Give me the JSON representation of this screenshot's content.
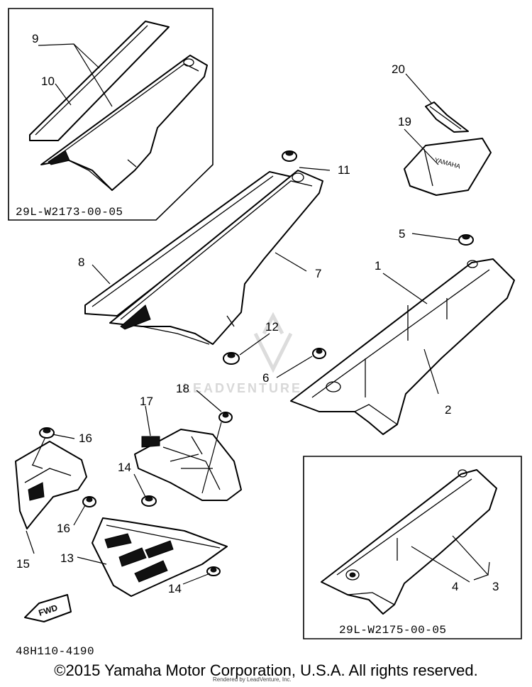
{
  "diagram": {
    "callouts": {
      "n1": "1",
      "n2": "2",
      "n3": "3",
      "n4": "4",
      "n5": "5",
      "n6": "6",
      "n7": "7",
      "n8": "8",
      "n9": "9",
      "n10": "10",
      "n11": "11",
      "n12": "12",
      "n13": "13",
      "n14a": "14",
      "n14b": "14",
      "n15": "15",
      "n16a": "16",
      "n16b": "16",
      "n17": "17",
      "n18": "18",
      "n19": "19",
      "n20": "20"
    },
    "part_codes": {
      "left_box": "29L-W2173-00-05",
      "right_box": "29L-W2175-00-05",
      "diagram_id": "48H110-4190"
    },
    "fwd_label": "FWD",
    "watermark": "LEADVENTURE"
  },
  "footer": {
    "copyright": "©2015 Yamaha Motor Corporation, U.S.A. All rights reserved.",
    "rendered_by": "Rendered by LeadVenture, Inc."
  }
}
